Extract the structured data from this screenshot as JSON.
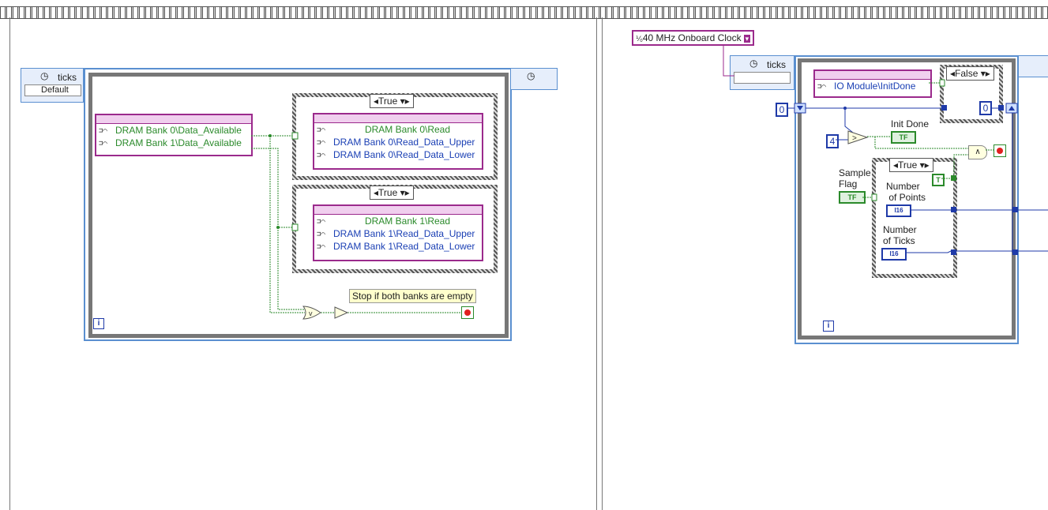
{
  "left": {
    "ticks_label": "ticks",
    "ticks_dropdown": "Default",
    "fifo_in": [
      "DRAM Bank 0\\Data_Available",
      "DRAM Bank 1\\Data_Available"
    ],
    "case1": {
      "selector": "True",
      "rows": [
        "DRAM Bank 0\\Read",
        "DRAM Bank 0\\Read_Data_Upper",
        "DRAM Bank 0\\Read_Data_Lower"
      ]
    },
    "case2": {
      "selector": "True",
      "rows": [
        "DRAM Bank 1\\Read",
        "DRAM Bank 1\\Read_Data_Upper",
        "DRAM Bank 1\\Read_Data_Lower"
      ]
    },
    "comment": "Stop if both banks are empty",
    "iter": "i"
  },
  "right": {
    "clock": "40 MHz Onboard Clock",
    "ticks_label": "ticks",
    "io_node": "IO Module\\InitDone",
    "false_selector": "False",
    "const_zero_left": "0",
    "const_zero_right": "0",
    "const_four": "4",
    "init_done": "Init Done",
    "sample_flag": "Sample\nFlag",
    "true_selector": "True",
    "true_const": "T",
    "num_points": "Number\n of Points",
    "num_ticks": "Number\nof Ticks",
    "i16": "I16",
    "tf": "TF",
    "iter": "i"
  },
  "colors": {
    "bool_wire": "#2b8a2b",
    "int_wire": "#1f3aa8",
    "refnum_wire": "#9b2a8c",
    "io_header": "#f0cfee"
  }
}
